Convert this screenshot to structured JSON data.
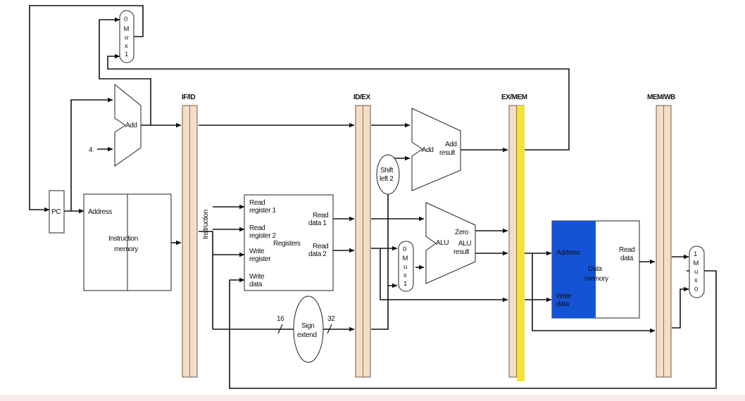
{
  "pipeline_registers": {
    "if_id": "IF/ID",
    "id_ex": "ID/EX",
    "ex_mem": "EX/MEM",
    "mem_wb": "MEM/WB"
  },
  "pc": {
    "label": "PC"
  },
  "constant_four": "4",
  "pc_adder": {
    "label": "Add"
  },
  "pc_mux": {
    "line1": "0",
    "line2": "M",
    "line3": "u",
    "line4": "x",
    "line5": "1"
  },
  "instruction_memory": {
    "address": "Address",
    "line1": "Instruction",
    "line2": "memory"
  },
  "instruction_bus": "Instruction",
  "registers": {
    "read_register_1_a": "Read",
    "read_register_1_b": "register 1",
    "read_register_2_a": "Read",
    "read_register_2_b": "register 2",
    "write_register_a": "Write",
    "write_register_b": "register",
    "write_data_a": "Write",
    "write_data_b": "data",
    "title": "Registers",
    "read_data_1_a": "Read",
    "read_data_1_b": "data 1",
    "read_data_2_a": "Read",
    "read_data_2_b": "data 2"
  },
  "sign_extend": {
    "line1": "Sign",
    "line2": "extend",
    "in_width": "16",
    "out_width": "32"
  },
  "shift_left": {
    "line1": "Shift",
    "line2": "left 2"
  },
  "branch_adder": {
    "label": "Add",
    "result_a": "Add",
    "result_b": "result"
  },
  "alu_mux": {
    "line1": "0",
    "line2": "M",
    "line3": "u",
    "line4": "x",
    "line5": "1"
  },
  "alu": {
    "label": "ALU",
    "zero": "Zero",
    "result_a": "ALU",
    "result_b": "result"
  },
  "data_memory": {
    "address": "Address",
    "title_a": "Data",
    "title_b": "memory",
    "write_data_a": "Write",
    "write_data_b": "data",
    "read_data_a": "Read",
    "read_data_b": "data"
  },
  "wb_mux": {
    "line1": "1",
    "line2": "M",
    "line3": "u",
    "line4": "x",
    "line5": "0"
  },
  "colors": {
    "pipeline_register_fill": "#f5ddc7",
    "highlight_yellow": "#f3e23a",
    "data_memory_highlight": "#1553d6"
  }
}
